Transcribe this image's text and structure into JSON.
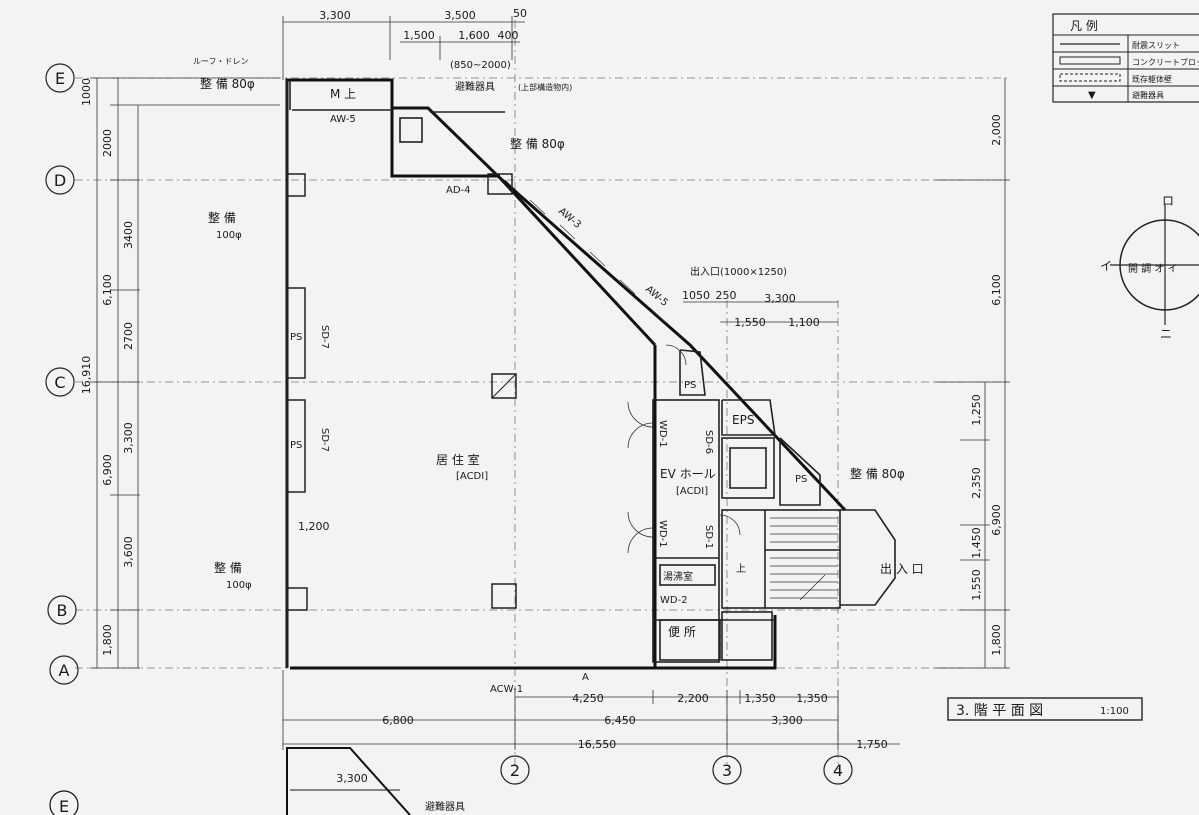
{
  "grid_labels": {
    "rows": [
      "E",
      "D",
      "C",
      "B",
      "A"
    ],
    "cols": [
      "2",
      "3",
      "4"
    ]
  },
  "top_dims": {
    "d1": "3,300",
    "d2": "3,500",
    "d3": "50",
    "d4": "1,500",
    "d5": "1,600",
    "d6": "400"
  },
  "left_dims": {
    "total": "16,910",
    "a": "1000",
    "b": "2000",
    "c": "6,100",
    "d": "3400",
    "e": "2700",
    "f": "3,300",
    "g": "6,900",
    "h": "3,600",
    "i": "1,800"
  },
  "right_dims": {
    "a": "2,000",
    "b": "6,100",
    "c": "1,250",
    "d": "2,350",
    "e": "6,900",
    "f": "1,450",
    "g": "1,550",
    "h": "1,800"
  },
  "bottom_dims": {
    "d1": "4,250",
    "d2": "2,200",
    "d3": "1,350",
    "d4": "1,350",
    "d5": "6,800",
    "d6": "6,450",
    "d7": "3,300",
    "total": "16,550",
    "d8": "1,750"
  },
  "stair_dims": {
    "d1": "1050",
    "d2": "250",
    "d3": "3,300",
    "d4": "1,550",
    "d5": "1,100"
  },
  "labels": {
    "rooftop_note": "ルーフ・ドレン",
    "seibi_80_top": "整 備 80φ",
    "room_top": "M 上",
    "aw5_top": "AW-5",
    "ad4": "AD-4",
    "seibi_80_mid": "整 備 80φ",
    "aw3": "AW-3",
    "aw5_diag": "AW-5",
    "seibi_100_left": "整 備",
    "seibi_100_left_size": "100φ",
    "ps_left1": "PS",
    "ps_left2": "PS",
    "sd7_1": "SD-7",
    "sd7_2": "SD-7",
    "office": "居 住 室",
    "office_note": "[ACDI]",
    "seibi_100_low": "整 備",
    "seibi_100_low_size": "100φ",
    "ps_right": "PS",
    "eps": "EPS",
    "wd1": "WD-1",
    "wd1b": "WD-1",
    "sd6": "SD-6",
    "sd1": "SD-1",
    "ev_hall": "EV ホール",
    "ev_note": "[ACDI]",
    "ps_small": "PS",
    "seibi_80_right": "整 備 80φ",
    "toilet": "湯沸室",
    "wd2": "WD-2",
    "lav": "便 所",
    "stair_up": "上",
    "acw1": "ACW-1",
    "a_note": "A",
    "window_note": "出入口(1000×1250)",
    "top_note1": "(850~2000)",
    "top_note2": "避難器具",
    "top_note3": "(上部構造物内)",
    "sub_title": "3. 階 平 面 図",
    "scale": "1:100",
    "hole_dims": "1,200",
    "entry_note": "出 入 口",
    "bottom_note": "避難器具",
    "bottom_dim": "3,300",
    "bottom_e": "E"
  },
  "legend": {
    "title": "凡 例",
    "rows": [
      {
        "label": "耐震スリット"
      },
      {
        "label": "コンクリートブロック"
      },
      {
        "label": "既存躯体壁"
      },
      {
        "label": "避難器具"
      }
    ]
  },
  "compass": {
    "i": "イ",
    "ro": "ロ",
    "ni": "ニ",
    "center": "開 調 オ イ"
  }
}
